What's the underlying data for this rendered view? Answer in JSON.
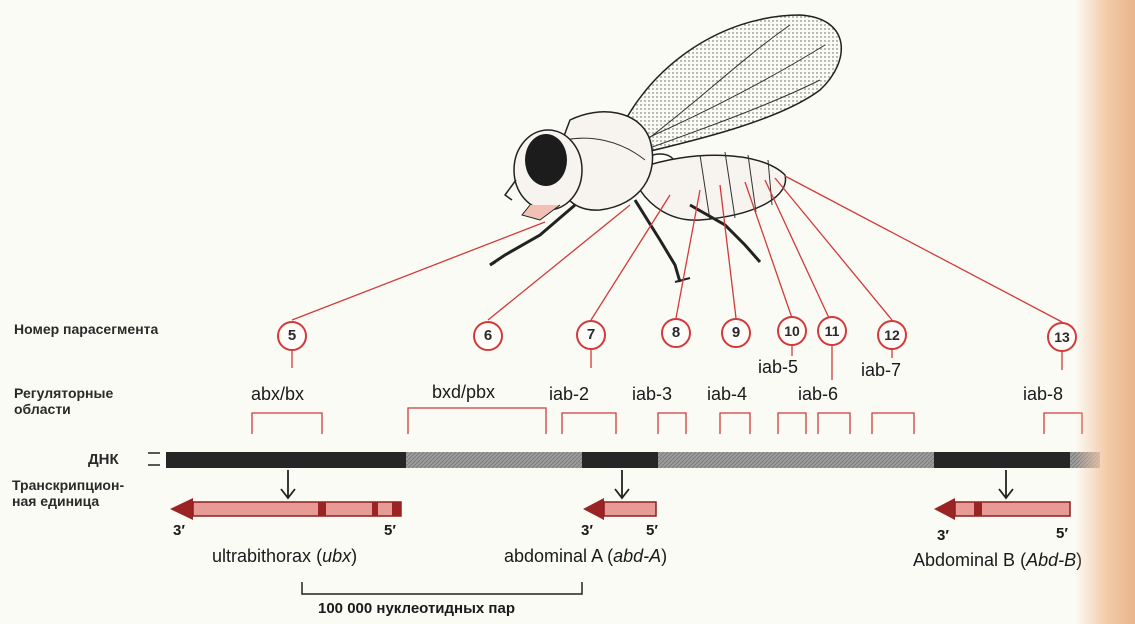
{
  "left_labels": {
    "parasegment": "Номер парасегмента",
    "regulatory_1": "Регуляторные",
    "regulatory_2": "области",
    "dna": "ДНК",
    "transcription_1": "Транскрипцион-",
    "transcription_2": "ная единица"
  },
  "parasegments": [
    "5",
    "6",
    "7",
    "8",
    "9",
    "10",
    "11",
    "12",
    "13"
  ],
  "regions": [
    "abx/bx",
    "bxd/pbx",
    "iab-2",
    "iab-3",
    "iab-4",
    "iab-5",
    "iab-6",
    "iab-7",
    "iab-8"
  ],
  "genes": [
    {
      "name": "ultrabithorax",
      "abbr": "ubx",
      "end3": "3′",
      "end5": "5′"
    },
    {
      "name": "abdominal A",
      "abbr": "abd-A",
      "end3": "3′",
      "end5": "5′"
    },
    {
      "name": "Abdominal B",
      "abbr": "Abd-B",
      "end3": "3′",
      "end5": "5′"
    }
  ],
  "scale_label": "100 000 нуклеотидных пар",
  "colors": {
    "red_line": "#d23a3a",
    "arrow_fill": "#e89a96",
    "arrow_dark": "#9a2424",
    "dna_dark": "#262626",
    "dna_light": "#9a9a9a"
  }
}
